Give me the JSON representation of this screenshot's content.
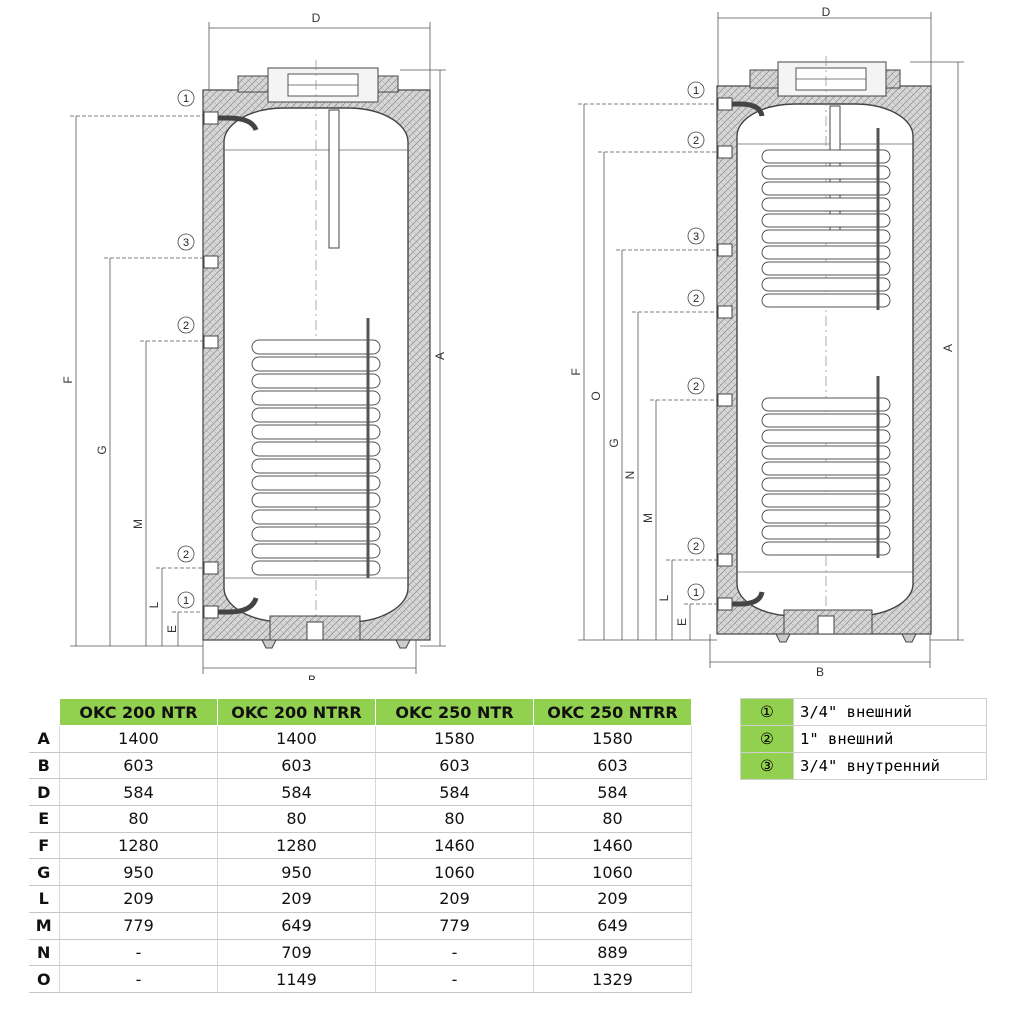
{
  "drawing": {
    "left": {
      "callouts": [
        "1",
        "3",
        "2",
        "2",
        "1"
      ],
      "dims": {
        "top": "D",
        "bottom": "B",
        "height": "A",
        "vertical": [
          "F",
          "G",
          "M",
          "L",
          "E"
        ]
      }
    },
    "right": {
      "callouts": [
        "1",
        "2",
        "3",
        "2",
        "2",
        "2",
        "1"
      ],
      "dims": {
        "top": "D",
        "bottom": "B",
        "height": "A",
        "vertical": [
          "F",
          "O",
          "G",
          "N",
          "M",
          "L",
          "E"
        ]
      }
    }
  },
  "table": {
    "headers": [
      "OKC 200 NTR",
      "OKC 200 NTRR",
      "OKC 250 NTR",
      "OKC 250 NTRR"
    ],
    "rows": [
      {
        "key": "A",
        "values": [
          "1400",
          "1400",
          "1580",
          "1580"
        ]
      },
      {
        "key": "B",
        "values": [
          "603",
          "603",
          "603",
          "603"
        ]
      },
      {
        "key": "D",
        "values": [
          "584",
          "584",
          "584",
          "584"
        ]
      },
      {
        "key": "E",
        "values": [
          "80",
          "80",
          "80",
          "80"
        ]
      },
      {
        "key": "F",
        "values": [
          "1280",
          "1280",
          "1460",
          "1460"
        ]
      },
      {
        "key": "G",
        "values": [
          "950",
          "950",
          "1060",
          "1060"
        ]
      },
      {
        "key": "L",
        "values": [
          "209",
          "209",
          "209",
          "209"
        ]
      },
      {
        "key": "M",
        "values": [
          "779",
          "649",
          "779",
          "649"
        ]
      },
      {
        "key": "N",
        "values": [
          "-",
          "709",
          "-",
          "889"
        ]
      },
      {
        "key": "O",
        "values": [
          "-",
          "1149",
          "-",
          "1329"
        ]
      }
    ]
  },
  "legend": [
    {
      "symbol": "①",
      "text": "3/4\" внешний"
    },
    {
      "symbol": "②",
      "text": "1\" внешний"
    },
    {
      "symbol": "③",
      "text": "3/4\" внутренний"
    }
  ],
  "colors": {
    "accent": "#92d050",
    "insulation": "#d9d9d9",
    "line": "#444444"
  }
}
